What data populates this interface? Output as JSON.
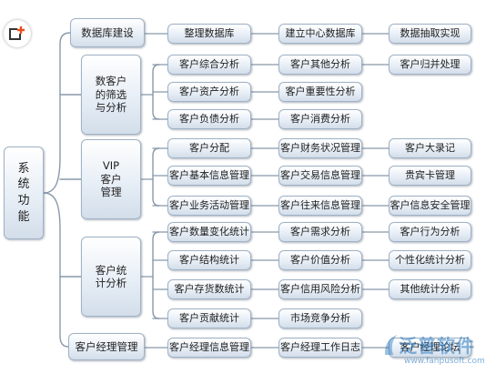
{
  "root": {
    "chars": [
      "系",
      "统",
      "功",
      "能"
    ]
  },
  "branches": [
    {
      "label_lines": [
        "数据库建设"
      ],
      "rows": [
        [
          "整理数据库",
          "建立中心数据库",
          "数据抽取实现"
        ]
      ]
    },
    {
      "label_lines": [
        "数客户",
        "的筛选",
        "与分析"
      ],
      "rows": [
        [
          "客户综合分析",
          "客户其他分析",
          "客户归并处理"
        ],
        [
          "客户资产分析",
          "客户重要性分析"
        ],
        [
          "客户负债分析",
          "客户消费分析"
        ]
      ]
    },
    {
      "label_lines": [
        "VIP",
        "客户",
        "管理"
      ],
      "rows": [
        [
          "客户分配",
          "客户财务状况管理",
          "客户大录记"
        ],
        [
          "客户基本信息管理",
          "客户交易信息管理",
          "贵宾卡管理"
        ],
        [
          "客户业务活动管理",
          "客户往来信息管理",
          "客户信息安全管理"
        ]
      ]
    },
    {
      "label_lines": [
        "客户统",
        "计分析"
      ],
      "rows": [
        [
          "客户数量变化统计",
          "客户需求分析",
          "客户行为分析"
        ],
        [
          "客户结构统计",
          "客户价值分析",
          "个性化统计分析"
        ],
        [
          "客户存货数统计",
          "客户信用风险分析",
          "其他统计分析"
        ],
        [
          "客户贡献统计",
          "市场竞争分析"
        ]
      ]
    },
    {
      "label_lines": [
        "客户经理管理"
      ],
      "rows": [
        [
          "客户经理信息管理",
          "客户经理工作日志",
          "客户经理论坛"
        ]
      ]
    }
  ],
  "watermark": {
    "brand": "泛普软件",
    "url": "www.fanpusoft.com"
  }
}
